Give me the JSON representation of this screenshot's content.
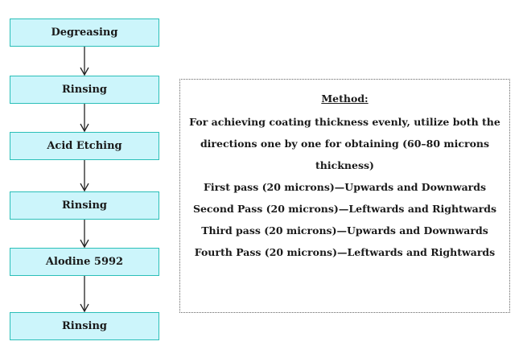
{
  "flow": {
    "steps": [
      {
        "label": "Degreasing"
      },
      {
        "label": "Rinsing"
      },
      {
        "label": "Acid Etching"
      },
      {
        "label": "Rinsing"
      },
      {
        "label": "Alodine 5992"
      },
      {
        "label": "Rinsing"
      }
    ]
  },
  "method": {
    "heading": "Method:",
    "lines": [
      "For achieving coating thickness evenly, utilize both the",
      "directions one by one for obtaining (60–80 microns",
      "thickness)",
      "First pass (20 microns)—Upwards and Downwards",
      "Second Pass (20 microns)—Leftwards and Rightwards",
      "Third pass (20 microns)—Upwards and Downwards",
      "Fourth Pass (20 microns)—Leftwards and Rightwards"
    ]
  },
  "colors": {
    "box_fill": "#ccf5fb",
    "box_border": "#2bbfb8",
    "arrow": "#222222"
  }
}
